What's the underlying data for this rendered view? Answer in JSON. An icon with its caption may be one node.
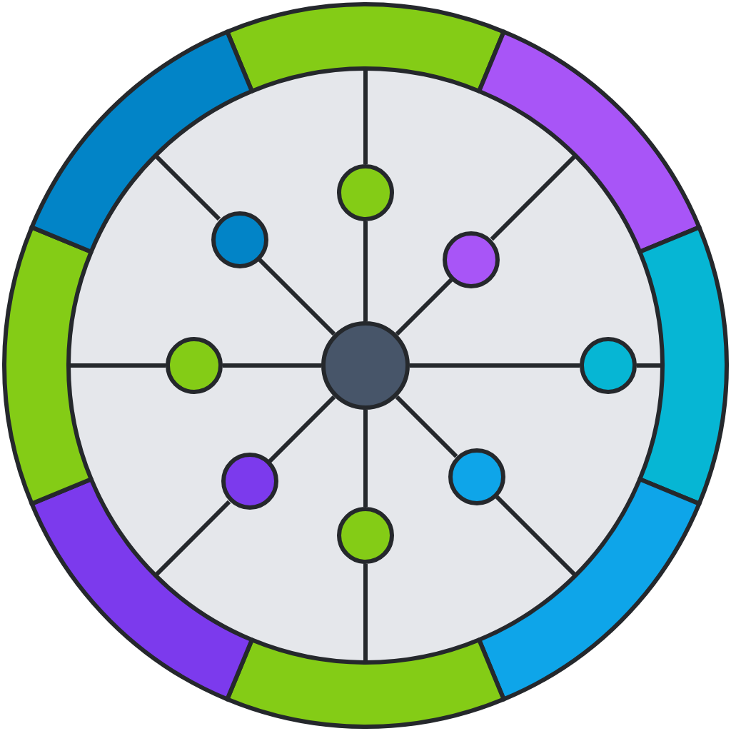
{
  "diagram": {
    "nodes": [
      {
        "text": [],
        "shape": "circle"
      },
      {
        "text": [],
        "shape": "circle"
      },
      {
        "text": [],
        "shape": "circle"
      },
      {
        "text": [],
        "shape": "circle"
      },
      {
        "text": [],
        "shape": "circle"
      },
      {
        "text": [],
        "shape": "circle"
      },
      {
        "text": [],
        "shape": "circle"
      },
      {
        "text": [],
        "shape": "circle"
      },
      {
        "text": [],
        "shape": "circle"
      },
      {
        "text": [],
        "shape": "arc"
      },
      {
        "text": [],
        "shape": "arc"
      },
      {
        "text": [],
        "shape": "arc"
      },
      {
        "text": [],
        "shape": "arc"
      },
      {
        "text": [],
        "shape": "arc"
      },
      {
        "text": [],
        "shape": "arc"
      },
      {
        "text": [],
        "shape": "arc"
      },
      {
        "text": [],
        "shape": "arc"
      }
    ],
    "edges": [
      {
        "from": 0,
        "to": 1,
        "arrow": "none"
      },
      {
        "from": 1,
        "to": 9,
        "arrow": "none"
      },
      {
        "from": 0,
        "to": 2,
        "arrow": "none"
      },
      {
        "from": 2,
        "to": 10,
        "arrow": "none"
      },
      {
        "from": 0,
        "to": 3,
        "arrow": "none"
      },
      {
        "from": 3,
        "to": 11,
        "arrow": "none"
      },
      {
        "from": 0,
        "to": 4,
        "arrow": "none"
      },
      {
        "from": 4,
        "to": 12,
        "arrow": "none"
      },
      {
        "from": 0,
        "to": 5,
        "arrow": "none"
      },
      {
        "from": 5,
        "to": 13,
        "arrow": "none"
      },
      {
        "from": 0,
        "to": 6,
        "arrow": "none"
      },
      {
        "from": 6,
        "to": 14,
        "arrow": "none"
      },
      {
        "from": 0,
        "to": 7,
        "arrow": "none"
      },
      {
        "from": 7,
        "to": 15,
        "arrow": "none"
      },
      {
        "from": 0,
        "to": 8,
        "arrow": "none"
      },
      {
        "from": 8,
        "to": 16,
        "arrow": "none"
      }
    ]
  }
}
